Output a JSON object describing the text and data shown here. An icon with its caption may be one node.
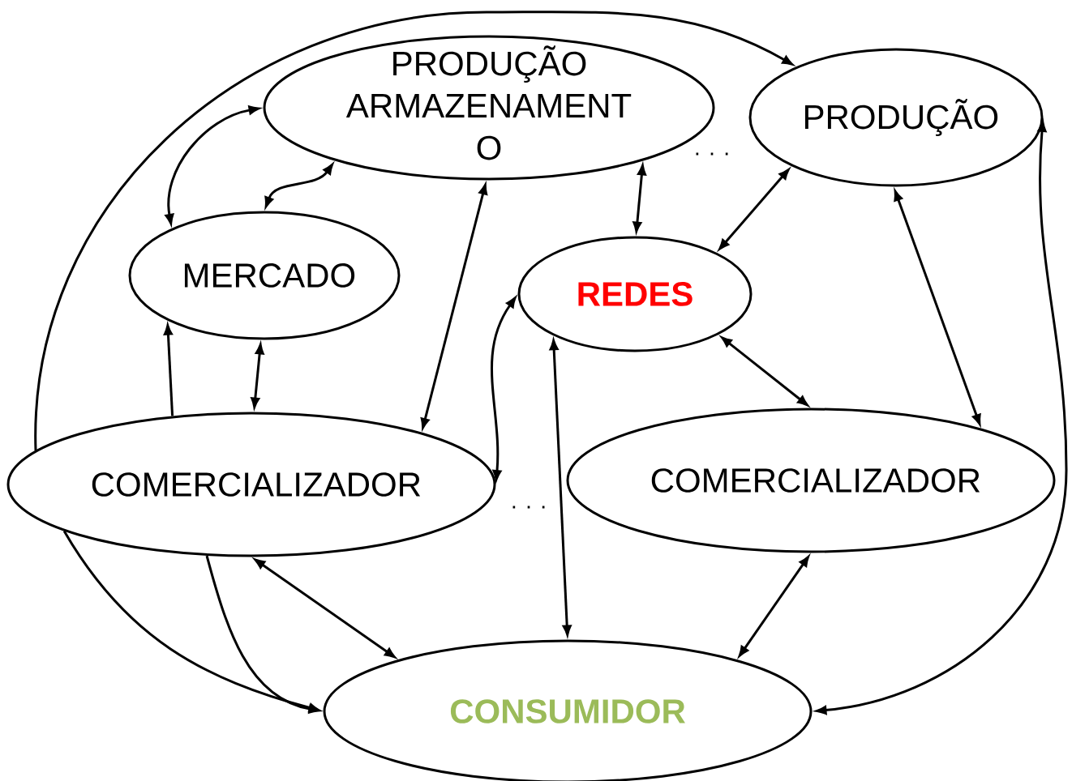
{
  "diagram": {
    "nodes": [
      {
        "text": [
          "PRODUÇÃO ARMAZENAMENT O"
        ]
      },
      {
        "text": [
          "PRODUÇÃO"
        ]
      },
      {
        "text": [
          "MERCADO"
        ]
      },
      {
        "text": [
          "REDES"
        ]
      },
      {
        "text": [
          "COMERCIALIZADOR"
        ]
      },
      {
        "text": [
          "COMERCIALIZADOR"
        ]
      },
      {
        "text": [
          "CONSUMIDOR"
        ]
      }
    ],
    "edges": [
      {
        "from": 4,
        "to": 1,
        "arrow": "to"
      },
      {
        "from": 2,
        "to": 0,
        "arrow": "both"
      },
      {
        "from": 2,
        "to": 0,
        "arrow": "both"
      },
      {
        "from": 4,
        "to": 2,
        "arrow": "to"
      },
      {
        "from": 4,
        "to": 2,
        "arrow": "both"
      },
      {
        "from": 4,
        "to": 0,
        "arrow": "both"
      },
      {
        "from": 4,
        "to": 3,
        "arrow": "both"
      },
      {
        "from": 0,
        "to": 3,
        "arrow": "both"
      },
      {
        "from": 3,
        "to": 1,
        "arrow": "both"
      },
      {
        "from": 1,
        "to": 5,
        "arrow": "both"
      },
      {
        "from": 3,
        "to": 5,
        "arrow": "both"
      },
      {
        "from": 6,
        "to": 3,
        "arrow": "both"
      },
      {
        "from": 4,
        "to": 6,
        "arrow": "both"
      },
      {
        "from": 5,
        "to": 6,
        "arrow": "both"
      },
      {
        "from": 4,
        "to": 6,
        "arrow": "to"
      },
      {
        "from": 4,
        "to": 6,
        "arrow": "to"
      },
      {
        "from": 6,
        "to": 1,
        "arrow": "both"
      }
    ],
    "labels": [
      ". . .",
      ". . ."
    ]
  }
}
